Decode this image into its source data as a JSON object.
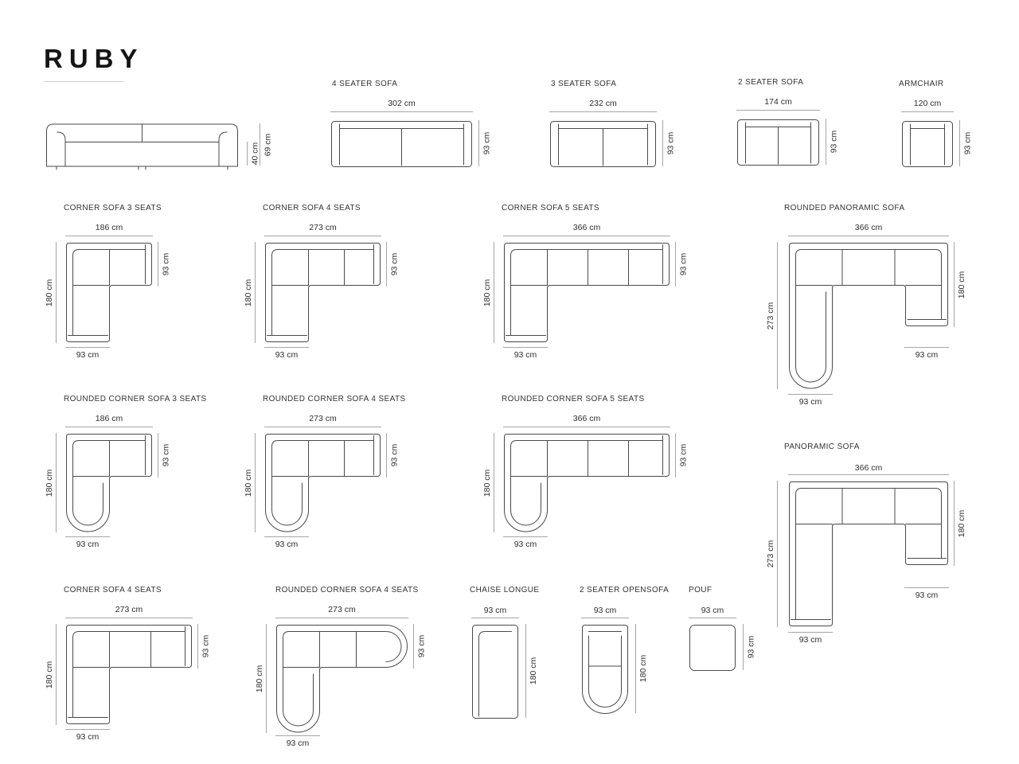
{
  "title": "RUBY",
  "colors": {
    "line": "#4a4a4a",
    "dim_line": "#a6a6a6",
    "text": "#2e2e2e"
  },
  "figures": {
    "front_view": {
      "total_height": "69 cm",
      "seat_height": "40 cm"
    },
    "seater4": {
      "label": "4 SEATER SOFA",
      "width": "302 cm",
      "depth": "93 cm"
    },
    "seater3": {
      "label": "3 SEATER SOFA",
      "width": "232 cm",
      "depth": "93 cm"
    },
    "seater2": {
      "label": "2 SEATER SOFA",
      "width": "174 cm",
      "depth": "93 cm"
    },
    "armchair": {
      "label": "ARMCHAIR",
      "width": "120 cm",
      "depth": "93 cm"
    },
    "corner3": {
      "label": "CORNER SOFA 3 SEATS",
      "width": "186 cm",
      "height": "180 cm",
      "depth": "93 cm",
      "leg_width": "93 cm"
    },
    "corner4": {
      "label": "CORNER SOFA 4 SEATS",
      "width": "273 cm",
      "height": "180 cm",
      "depth": "93 cm",
      "leg_width": "93 cm"
    },
    "corner5": {
      "label": "CORNER SOFA 5 SEATS",
      "width": "366 cm",
      "height": "180 cm",
      "depth": "93 cm",
      "leg_width": "93 cm"
    },
    "rounded_panoramic": {
      "label": "ROUNDED PANORAMIC SOFA",
      "width": "366 cm",
      "left_height": "273 cm",
      "right_height": "180 cm",
      "right_leg_width": "93 cm",
      "left_leg_width": "93 cm"
    },
    "rounded_corner3": {
      "label": "ROUNDED CORNER SOFA 3 SEATS",
      "width": "186 cm",
      "height": "180 cm",
      "depth": "93 cm",
      "leg_width": "93 cm"
    },
    "rounded_corner4": {
      "label": "ROUNDED CORNER SOFA 4 SEATS",
      "width": "273 cm",
      "height": "180 cm",
      "depth": "93 cm",
      "leg_width": "93 cm"
    },
    "rounded_corner5": {
      "label": "ROUNDED CORNER SOFA 5 SEATS",
      "width": "366 cm",
      "height": "180 cm",
      "depth": "93 cm",
      "leg_width": "93 cm"
    },
    "panoramic": {
      "label": "PANORAMIC SOFA",
      "width": "366 cm",
      "left_height": "273 cm",
      "right_height": "180 cm",
      "right_leg_width": "93 cm",
      "left_leg_width": "93 cm"
    },
    "corner4_left": {
      "label": "CORNER SOFA 4 SEATS",
      "width": "273 cm",
      "height": "180 cm",
      "depth": "93 cm",
      "leg_width": "93 cm"
    },
    "rounded_corner4_left": {
      "label": "ROUNDED CORNER SOFA 4 SEATS",
      "width": "273 cm",
      "height": "180 cm",
      "depth": "93 cm",
      "leg_width": "93 cm"
    },
    "chaise_longue": {
      "label": "CHAISE LONGUE",
      "width": "93 cm",
      "length": "180 cm"
    },
    "opensofa2": {
      "label": "2 SEATER OPENSOFA",
      "width": "93 cm",
      "length": "180 cm"
    },
    "pouf": {
      "label": "POUF",
      "width": "93 cm",
      "depth": "93 cm"
    }
  }
}
